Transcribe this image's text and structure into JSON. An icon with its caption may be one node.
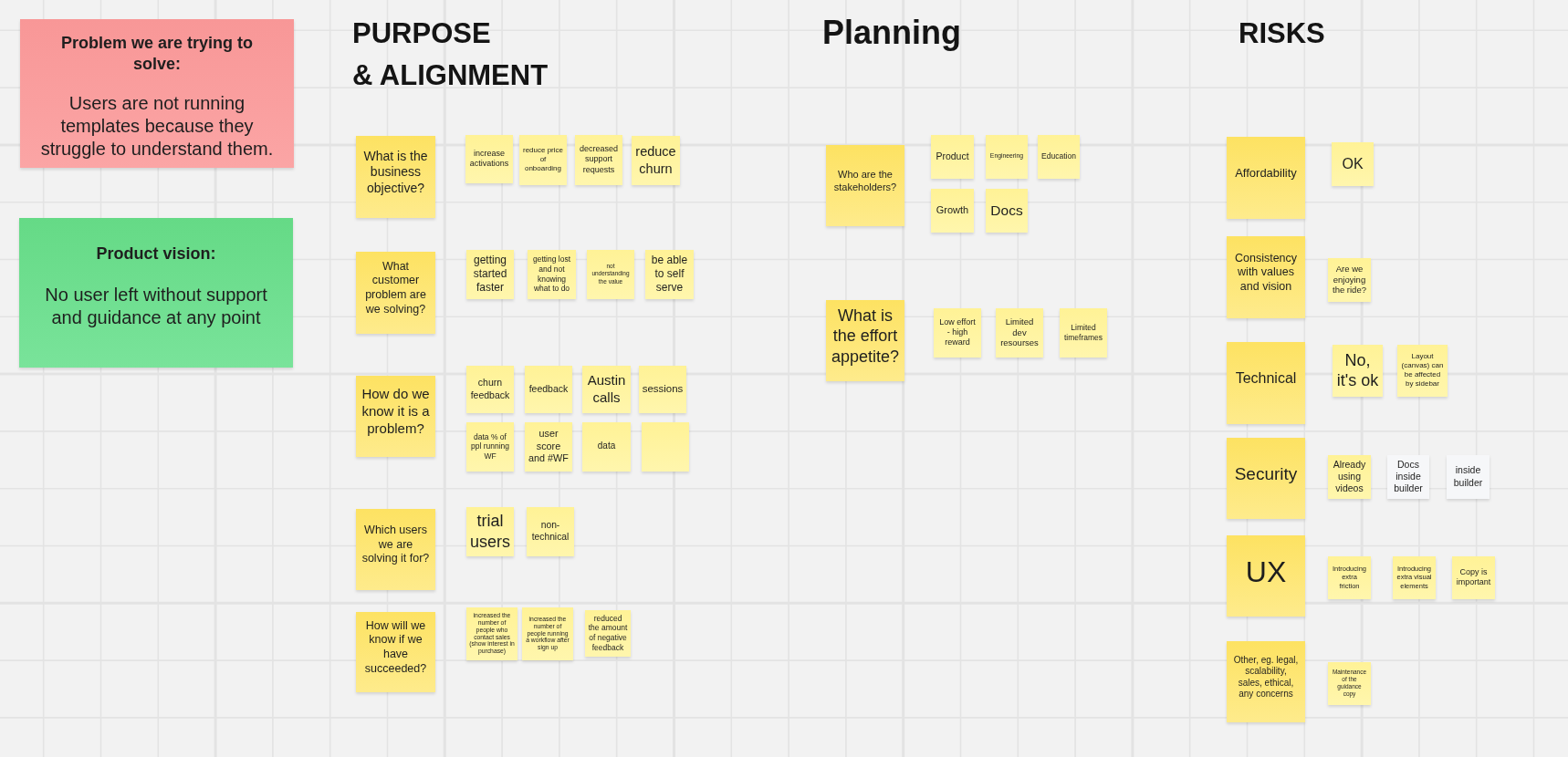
{
  "diagram": {
    "nodes": [
      {
        "text": [
          "Problem we are trying to solve:",
          "Users are not running templates because they struggle to understand them."
        ]
      },
      {
        "text": [
          "Product vision:",
          "No user left without support and guidance at any point"
        ]
      },
      {
        "text": [
          "What is the business objective?"
        ]
      },
      {
        "text": [
          "increase activations"
        ]
      },
      {
        "text": [
          "reduce price of onboarding"
        ]
      },
      {
        "text": [
          "decreased support requests"
        ]
      },
      {
        "text": [
          "reduce churn"
        ]
      },
      {
        "text": [
          "What customer problem are we solving?"
        ]
      },
      {
        "text": [
          "getting started faster"
        ]
      },
      {
        "text": [
          "getting lost and not knowing what to do"
        ]
      },
      {
        "text": [
          "not understanding the value"
        ]
      },
      {
        "text": [
          "be able to self serve"
        ]
      },
      {
        "text": [
          "How do we know it is a problem?"
        ]
      },
      {
        "text": [
          "churn feedback"
        ]
      },
      {
        "text": [
          "feedback"
        ]
      },
      {
        "text": [
          "Austin calls"
        ]
      },
      {
        "text": [
          "sessions"
        ]
      },
      {
        "text": [
          "data % of ppl running WF"
        ]
      },
      {
        "text": [
          "user score and #WF"
        ]
      },
      {
        "text": [
          "data"
        ]
      },
      {
        "text": [],
        "shape": "box"
      },
      {
        "text": [
          "Which users we are solving it for?"
        ]
      },
      {
        "text": [
          "trial users"
        ]
      },
      {
        "text": [
          "non-technical"
        ]
      },
      {
        "text": [
          "How will we know if we have succeeded?"
        ]
      },
      {
        "text": [
          "increased the number of people who contact sales (show interest in purchase)"
        ]
      },
      {
        "text": [
          "increased the number of people running a workflow after sign up"
        ]
      },
      {
        "text": [
          "reduced the amount of negative feedback"
        ]
      },
      {
        "text": [
          "Who are the stakeholders?"
        ]
      },
      {
        "text": [
          "Product"
        ]
      },
      {
        "text": [
          "Engineering"
        ]
      },
      {
        "text": [
          "Education"
        ]
      },
      {
        "text": [
          "Growth"
        ]
      },
      {
        "text": [
          "Docs"
        ]
      },
      {
        "text": [
          "What is the effort appetite?"
        ]
      },
      {
        "text": [
          "Low effort - high reward"
        ]
      },
      {
        "text": [
          "Limited dev resourses"
        ]
      },
      {
        "text": [
          "Limited timeframes"
        ]
      },
      {
        "text": [
          "Affordability"
        ]
      },
      {
        "text": [
          "OK"
        ]
      },
      {
        "text": [
          "Consistency with values and vision"
        ]
      },
      {
        "text": [
          "Are we enjoying the ride?"
        ]
      },
      {
        "text": [
          "Technical"
        ]
      },
      {
        "text": [
          "No, it's ok"
        ]
      },
      {
        "text": [
          "Layout (canvas) can be affected by sidebar"
        ]
      },
      {
        "text": [
          "Security"
        ]
      },
      {
        "text": [
          "Already using videos"
        ]
      },
      {
        "text": [
          "Docs inside builder"
        ]
      },
      {
        "text": [
          "inside builder"
        ]
      },
      {
        "text": [
          "UX"
        ]
      },
      {
        "text": [
          "Introducing extra friction"
        ]
      },
      {
        "text": [
          "Introducing extra visual elements"
        ]
      },
      {
        "text": [
          "Copy is important"
        ]
      },
      {
        "text": [
          "Other, eg. legal, scalability, sales, ethical, any concerns"
        ]
      },
      {
        "text": [
          "Maintenance of the guidance copy"
        ]
      }
    ],
    "labels": [
      "PURPOSE & ALIGNMENT",
      "Planning",
      "RISKS"
    ]
  }
}
